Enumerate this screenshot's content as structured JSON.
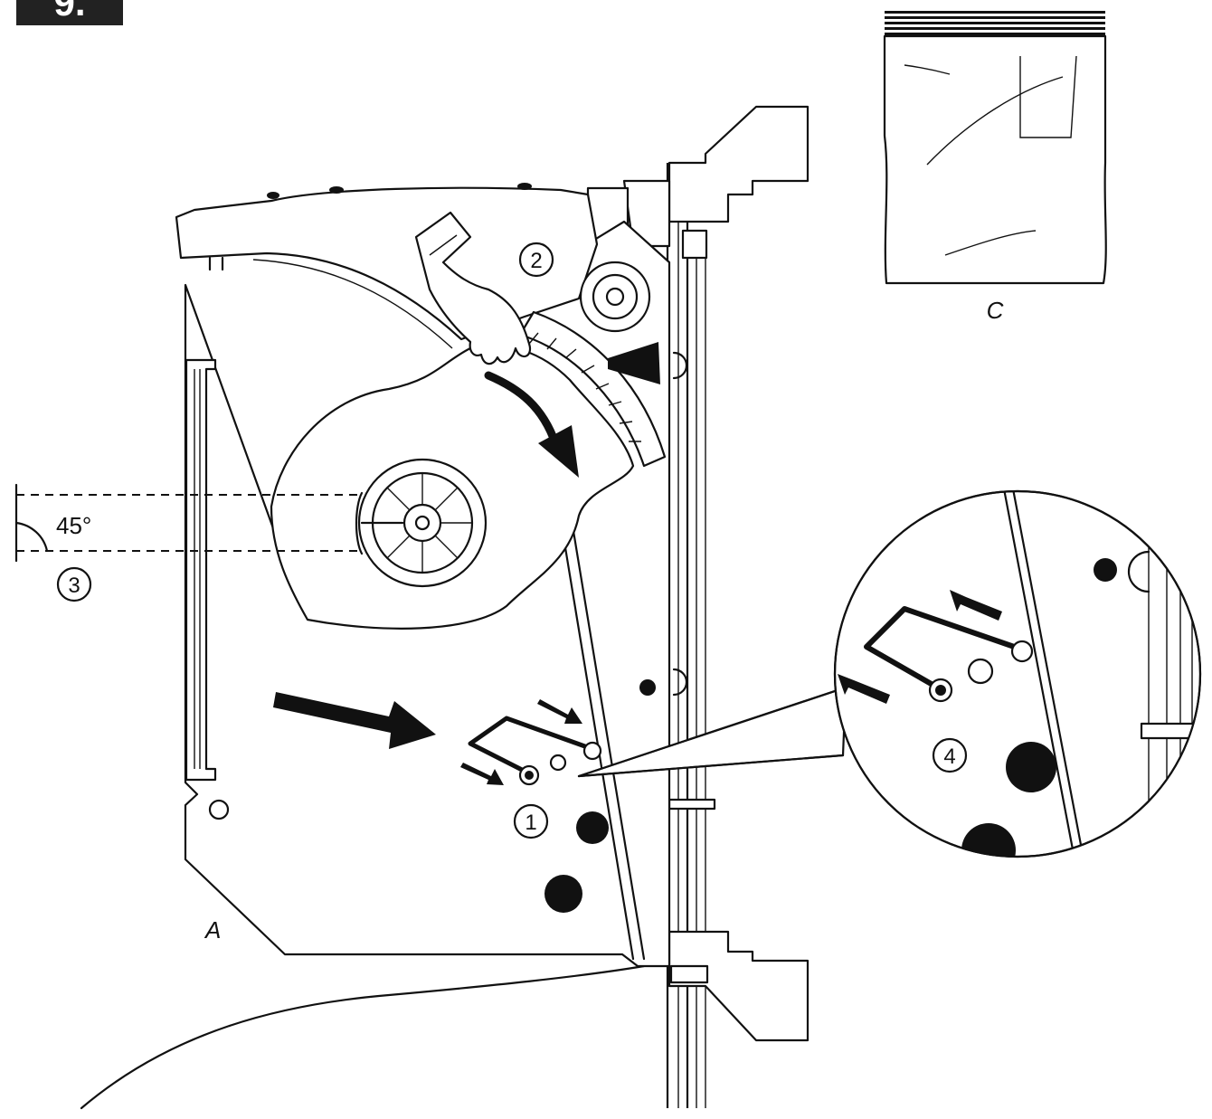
{
  "step_number": "9.",
  "labels": {
    "part_a": "A",
    "part_c": "C",
    "angle": "45°",
    "callout_1": "1",
    "callout_2": "2",
    "callout_3": "3",
    "callout_4": "4"
  },
  "icons": {
    "hand": "hand-icon",
    "push_arrow": "arrow-right-icon",
    "rotate_arrow": "curved-arrow-icon"
  },
  "colors": {
    "line": "#111111",
    "background": "#ffffff",
    "badge": "#222222"
  }
}
